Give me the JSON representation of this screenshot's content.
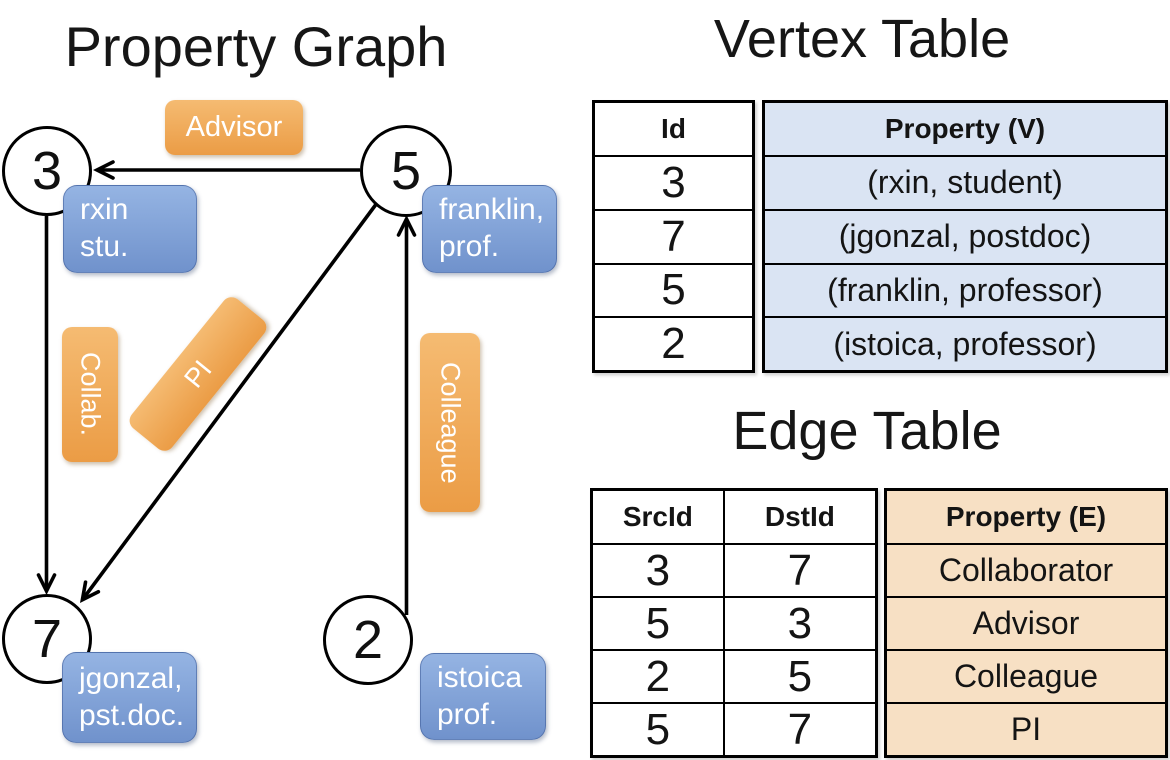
{
  "property_graph": {
    "title": "Property Graph",
    "nodes": [
      {
        "id": "3",
        "property_line1": "rxin",
        "property_line2": "stu."
      },
      {
        "id": "5",
        "property_line1": "franklin,",
        "property_line2": "prof."
      },
      {
        "id": "7",
        "property_line1": "jgonzal,",
        "property_line2": "pst.doc."
      },
      {
        "id": "2",
        "property_line1": "istoica",
        "property_line2": "prof."
      }
    ],
    "edge_labels": {
      "advisor": "Advisor",
      "collab": "Collab.",
      "pi": "PI",
      "colleague": "Colleague"
    }
  },
  "vertex_table": {
    "title": "Vertex Table",
    "headers": {
      "id": "Id",
      "property": "Property (V)"
    },
    "rows": [
      {
        "id": "3",
        "property": "(rxin, student)"
      },
      {
        "id": "7",
        "property": "(jgonzal, postdoc)"
      },
      {
        "id": "5",
        "property": "(franklin, professor)"
      },
      {
        "id": "2",
        "property": "(istoica, professor)"
      }
    ]
  },
  "edge_table": {
    "title": "Edge Table",
    "headers": {
      "src": "SrcId",
      "dst": "DstId",
      "property": "Property (E)"
    },
    "rows": [
      {
        "src": "3",
        "dst": "7",
        "property": "Collaborator"
      },
      {
        "src": "5",
        "dst": "3",
        "property": "Advisor"
      },
      {
        "src": "2",
        "dst": "5",
        "property": "Colleague"
      },
      {
        "src": "5",
        "dst": "7",
        "property": "PI"
      }
    ]
  },
  "colors": {
    "edge_label_orange_top": "#f5bb72",
    "edge_label_orange_bottom": "#eb9c45",
    "vertex_label_blue_top": "#95b4e3",
    "vertex_label_blue_bottom": "#7092cc",
    "vertex_table_fill": "#dae4f3",
    "edge_table_fill": "#f7e0c4",
    "line_color": "#000000",
    "background": "#ffffff"
  }
}
